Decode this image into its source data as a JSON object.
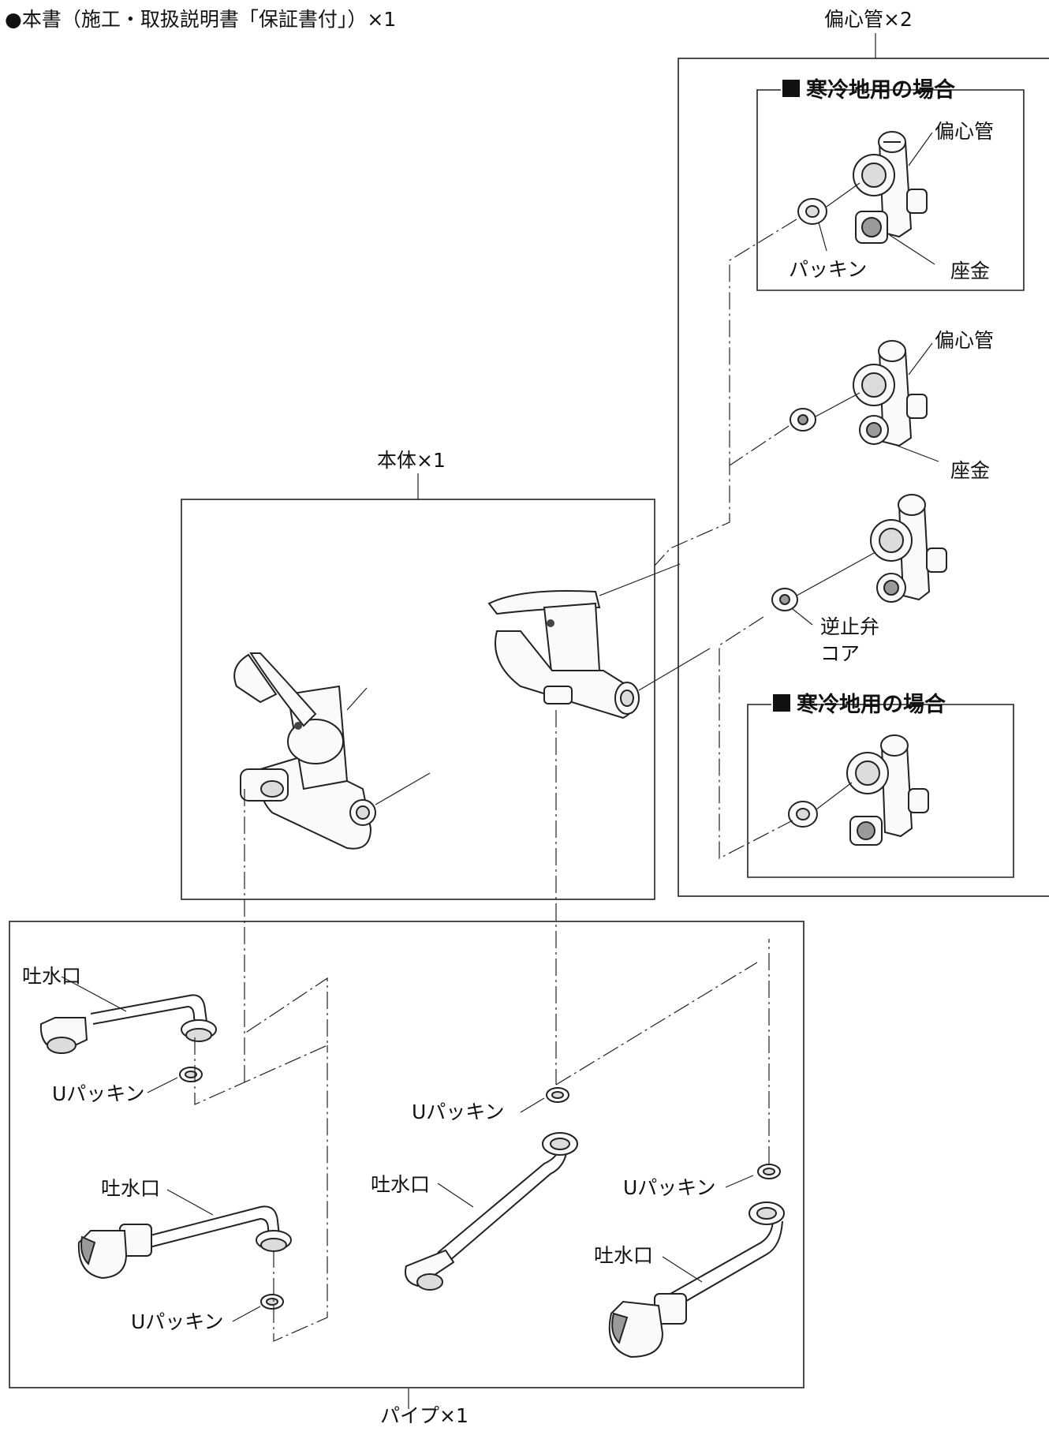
{
  "header_note": "●本書（施工・取扱説明書「保証書付」）×1",
  "groups": {
    "eccentric_pipe": "偏心管×2",
    "body": "本体×1",
    "pipe": "パイプ×1"
  },
  "cold_region_title": "寒冷地用の場合",
  "labels": {
    "eccentric_pipe": "偏心管",
    "washer": "座金",
    "packing": "パッキン",
    "check_valve_core_1": "逆止弁",
    "check_valve_core_2": "コア",
    "spout": "吐水口",
    "u_packing": "Uパッキン"
  }
}
